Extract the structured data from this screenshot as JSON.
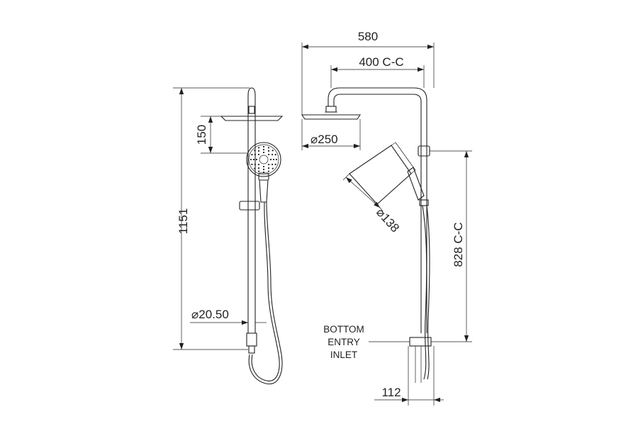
{
  "dimensions": {
    "width_overall": "580",
    "centre_spacing": "400 C-C",
    "head_drop": "150",
    "overhead_diameter": "⌀250",
    "total_height": "1151",
    "hand_shower_diameter": "⌀138",
    "rail_diameter": "⌀20.50",
    "rail_centres": "828 C-C",
    "inlet_offset": "112"
  },
  "callouts": {
    "inlet_line_1": "BOTTOM",
    "inlet_line_2": "ENTRY",
    "inlet_line_3": "INLET"
  },
  "colors": {
    "line": "#231f20",
    "background": "#ffffff"
  }
}
